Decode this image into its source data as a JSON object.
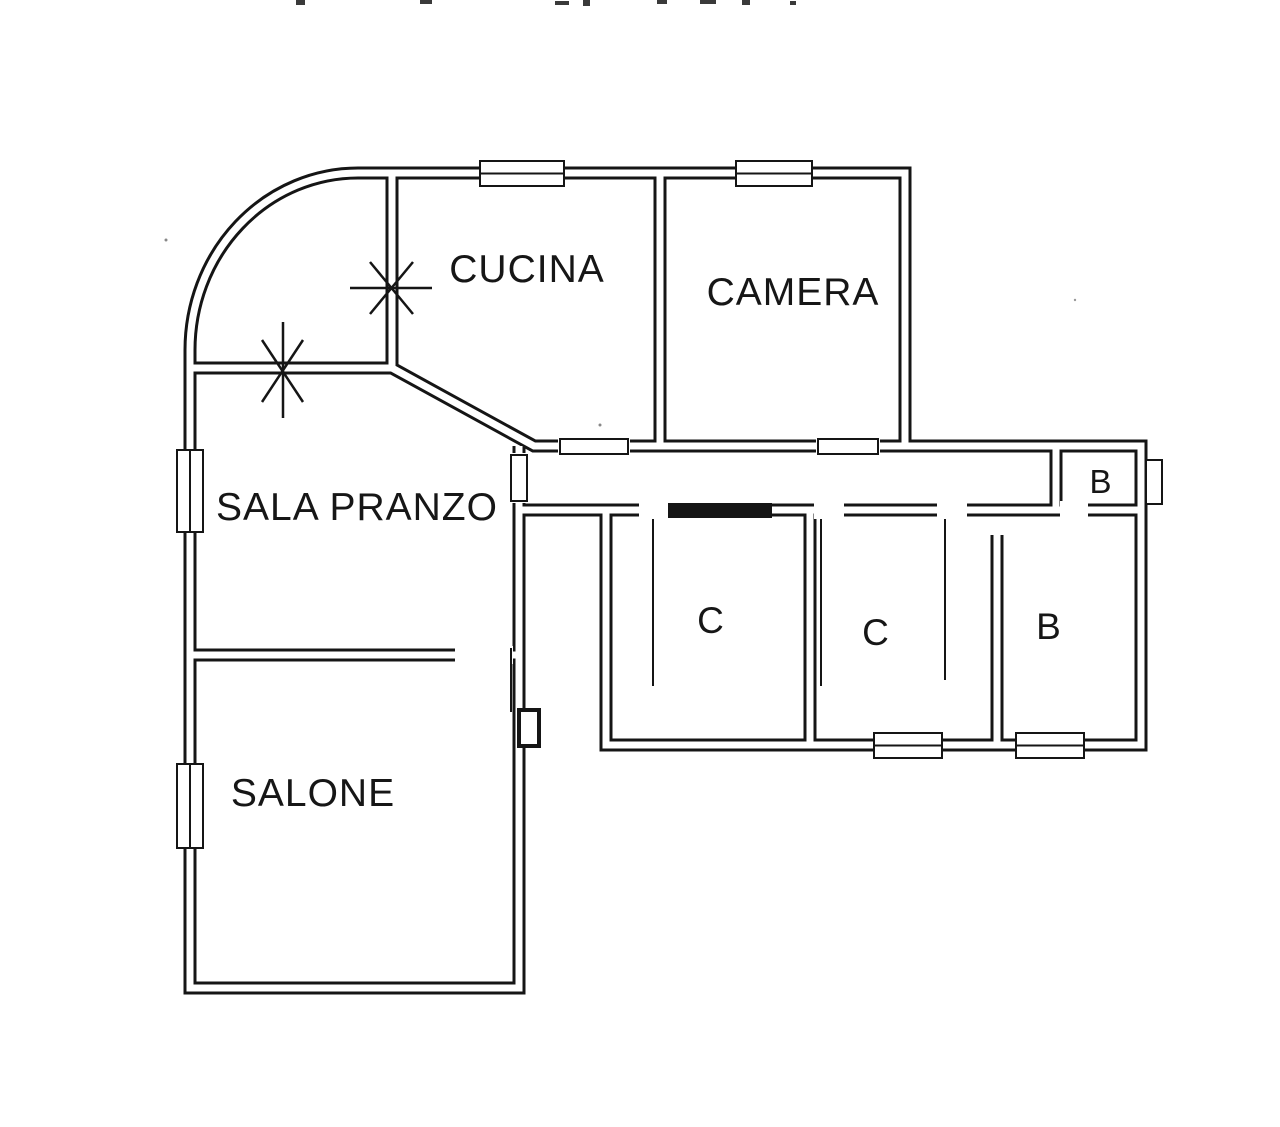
{
  "rooms": {
    "cucina": "CUCINA",
    "camera": "CAMERA",
    "sala_pranzo": "SALA PRANZO",
    "salone": "SALONE",
    "c_left": "C",
    "c_right": "C",
    "b_large": "B",
    "b_small": "B"
  },
  "colors": {
    "background": "#ffffff",
    "wall_line": "#151515",
    "text": "#161616"
  }
}
